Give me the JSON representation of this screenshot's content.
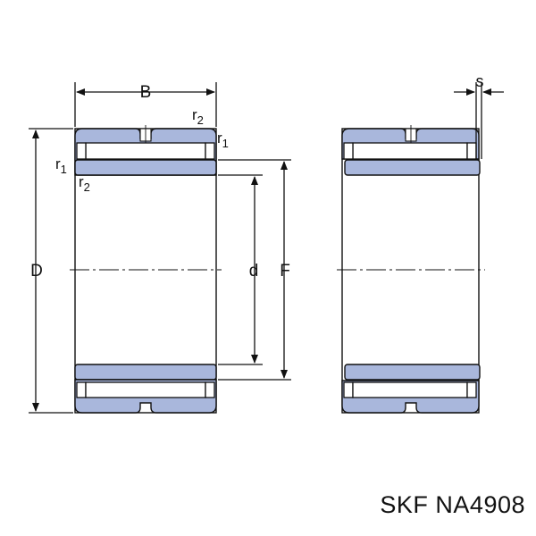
{
  "labels": {
    "B": "B",
    "r": "r",
    "sub1": "1",
    "sub2": "2",
    "D": "D",
    "d": "d",
    "F": "F",
    "s": "s"
  },
  "caption": "SKF NA4908",
  "colors": {
    "ring_fill": "#a9b7dc",
    "line": "#111111"
  }
}
